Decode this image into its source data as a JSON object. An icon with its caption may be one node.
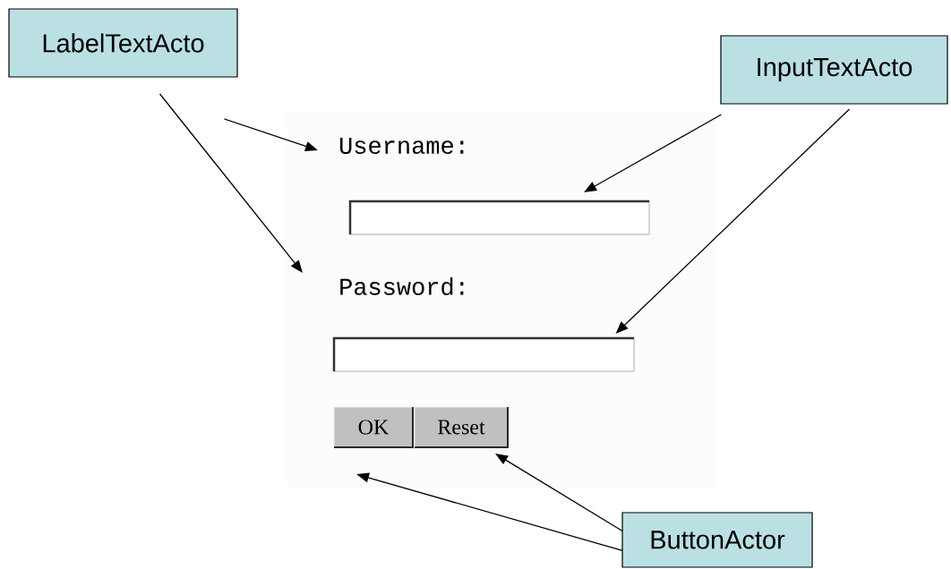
{
  "diagram": {
    "nodes": [
      {
        "text": [
          "LabelTextActo"
        ]
      },
      {
        "text": [
          "InputTextActo"
        ]
      },
      {
        "text": [
          "ButtonActor"
        ]
      },
      {
        "text": [
          "Username:"
        ]
      },
      {
        "text": [
          "Password:"
        ]
      },
      {
        "text": [],
        "shape": "box"
      },
      {
        "text": [],
        "shape": "box"
      },
      {
        "text": [
          "OK"
        ]
      },
      {
        "text": [
          "Reset"
        ]
      }
    ],
    "edges": [
      {
        "from": 0,
        "to": 3,
        "arrow": "to"
      },
      {
        "from": 0,
        "to": 4,
        "arrow": "to"
      },
      {
        "from": 1,
        "to": 5,
        "arrow": "to"
      },
      {
        "from": 1,
        "to": 6,
        "arrow": "to"
      },
      {
        "from": 2,
        "to": 7,
        "arrow": "to"
      },
      {
        "from": 2,
        "to": 8,
        "arrow": "to"
      }
    ]
  }
}
